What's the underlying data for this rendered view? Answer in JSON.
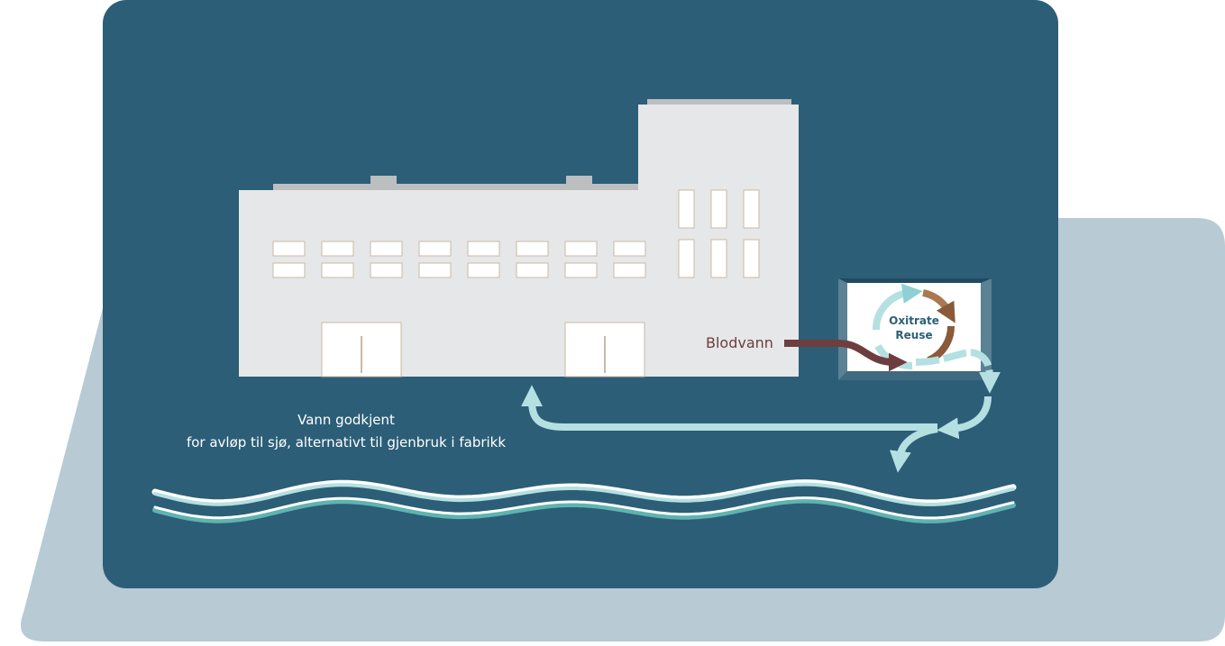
{
  "labels": {
    "blodvann": "Blodvann",
    "unit_line1": "Oxitrate",
    "unit_line2": "Reuse",
    "water_line1": "Vann godkjent",
    "water_line2": "for avløp til sjø, alternativt til gjenbruk i fabrikk"
  },
  "colors": {
    "panel": "#2c5e77",
    "backdrop": "#b8cad3",
    "building": "#e6e7e8",
    "roof": "#bcbec0",
    "blood_flow": "#6e3e3e",
    "water_flow": "#b5e0e2",
    "wave_teal": "#5fb3b0",
    "label_text": "#6e3e3e",
    "unit_text": "#2c5e77",
    "white_text": "#ffffff"
  }
}
